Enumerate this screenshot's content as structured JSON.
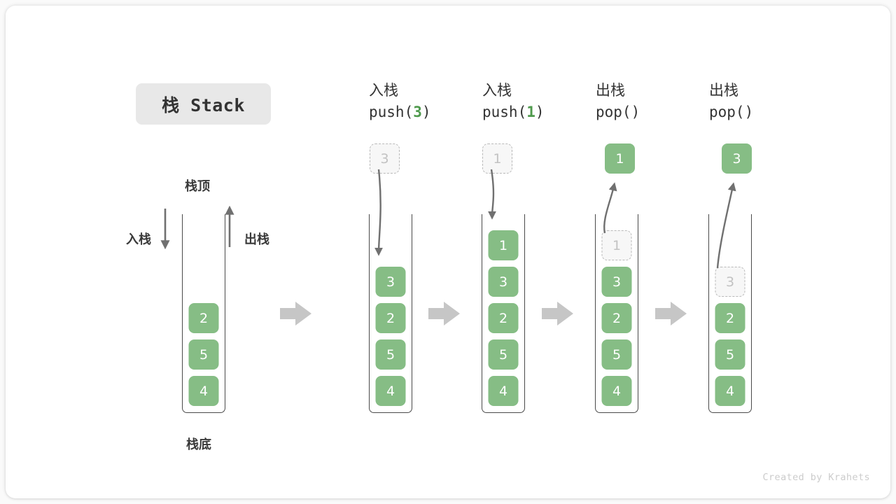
{
  "title_chip": {
    "label": "栈 Stack"
  },
  "labels": {
    "stack_top": "栈顶",
    "stack_bottom": "栈底",
    "push_side": "入栈",
    "pop_side": "出栈"
  },
  "footer": {
    "credit": "Created by Krahets"
  },
  "colors": {
    "cell_green": "#86bd85",
    "ghost_fill": "#f7f7f7",
    "ghost_border": "#b9b9b9",
    "arrow_gray": "#707070",
    "flow_arrow_gray": "#c6c6c6",
    "chip_bg": "#e8e8e8",
    "accent_code_green": "#4f9a4d"
  },
  "columns": [
    {
      "id": "initial",
      "header_cn": "",
      "header_code_pre": "",
      "header_code_val": "",
      "header_code_post": "",
      "cells": [
        "2",
        "5",
        "4"
      ],
      "ghost_index": -1,
      "float_cell": null
    },
    {
      "id": "push-3",
      "header_cn": "入栈",
      "header_code_pre": "push(",
      "header_code_val": "3",
      "header_code_post": ")",
      "cells": [
        "3",
        "2",
        "5",
        "4"
      ],
      "ghost_index": -1,
      "float_cell": {
        "value": "3",
        "style": "ghost"
      }
    },
    {
      "id": "push-1",
      "header_cn": "入栈",
      "header_code_pre": "push(",
      "header_code_val": "1",
      "header_code_post": ")",
      "cells": [
        "1",
        "3",
        "2",
        "5",
        "4"
      ],
      "ghost_index": -1,
      "float_cell": {
        "value": "1",
        "style": "ghost"
      }
    },
    {
      "id": "pop-1",
      "header_cn": "出栈",
      "header_code_pre": "pop(",
      "header_code_val": "",
      "header_code_post": ")",
      "cells": [
        "1",
        "3",
        "2",
        "5",
        "4"
      ],
      "ghost_index": 0,
      "float_cell": {
        "value": "1",
        "style": "solid"
      }
    },
    {
      "id": "pop-3",
      "header_cn": "出栈",
      "header_code_pre": "pop(",
      "header_code_val": "",
      "header_code_post": ")",
      "cells": [
        "3",
        "2",
        "5",
        "4"
      ],
      "ghost_index": 0,
      "float_cell": {
        "value": "3",
        "style": "solid"
      }
    }
  ],
  "flow_arrows": [
    "arrow-1",
    "arrow-2",
    "arrow-3",
    "arrow-4"
  ]
}
